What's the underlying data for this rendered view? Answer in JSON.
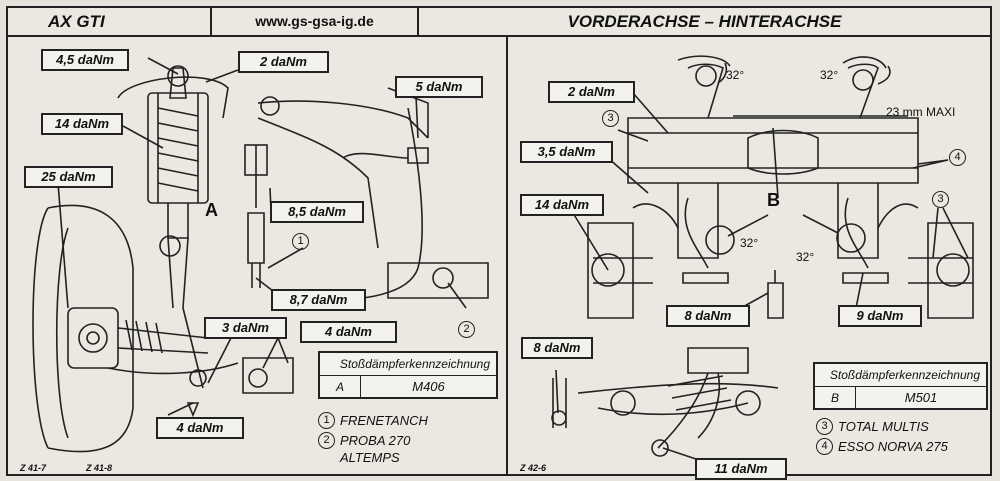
{
  "header": {
    "model": "AX GTI",
    "url": "www.gs-gsa-ig.de",
    "title": "VORDERACHSE – HINTERACHSE"
  },
  "front": {
    "torques": [
      "4,5 daNm",
      "2 daNm",
      "5 daNm",
      "14 daNm",
      "25 daNm",
      "8,5 daNm",
      "8,7 daNm",
      "3 daNm",
      "4 daNm",
      "4 daNm"
    ],
    "mark_a": "A",
    "callout_1": "1",
    "callout_2": "2",
    "shock_table": {
      "title": "Stoßdämpferkennzeichnung",
      "key": "A",
      "value": "M406"
    },
    "legend": [
      {
        "num": "1",
        "text": "FRENETANCH"
      },
      {
        "num": "2",
        "text": "PROBA 270",
        "text2": "ALTEMPS"
      }
    ],
    "codes": [
      "Z 41-7",
      "Z 41-8"
    ]
  },
  "rear": {
    "torques": [
      "2 daNm",
      "3,5 daNm",
      "14 daNm",
      "8 daNm",
      "9 daNm",
      "8 daNm",
      "11 daNm"
    ],
    "angles": [
      "32°",
      "32°",
      "32°",
      "32°"
    ],
    "max_note": "23 mm MAXI",
    "mark_b": "B",
    "callouts": [
      "3",
      "4",
      "3"
    ],
    "shock_table": {
      "title": "Stoßdämpferkennzeichnung",
      "key": "B",
      "value": "M501"
    },
    "legend": [
      {
        "num": "3",
        "text": "TOTAL MULTIS"
      },
      {
        "num": "4",
        "text": "ESSO NORVA 275"
      }
    ],
    "code": "Z 42-6"
  }
}
